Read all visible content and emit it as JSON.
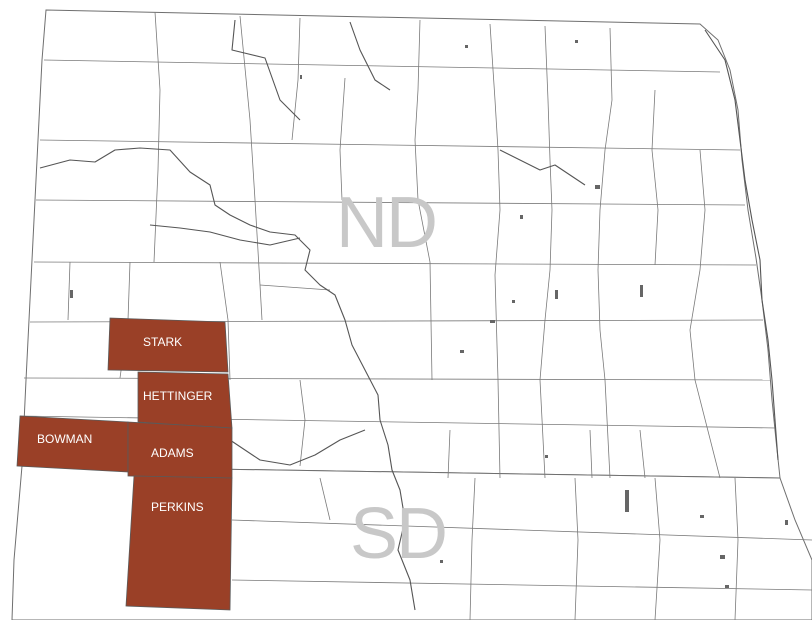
{
  "map": {
    "highlight_color": "#9a4027",
    "state_labels": {
      "nd": "ND",
      "sd": "SD"
    },
    "highlighted_counties": {
      "stark": "STARK",
      "hettinger": "HETTINGER",
      "bowman": "BOWMAN",
      "adams": "ADAMS",
      "perkins": "PERKINS"
    }
  }
}
